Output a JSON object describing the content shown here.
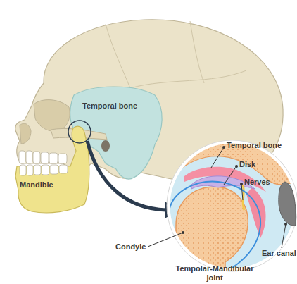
{
  "diagram": {
    "labels": [
      "Temporal bone",
      "Mandible",
      "Temporal bone",
      "Disk",
      "Nerves",
      "Condyle",
      "Tempolar-Mandibular joint",
      "Ear canal"
    ]
  }
}
